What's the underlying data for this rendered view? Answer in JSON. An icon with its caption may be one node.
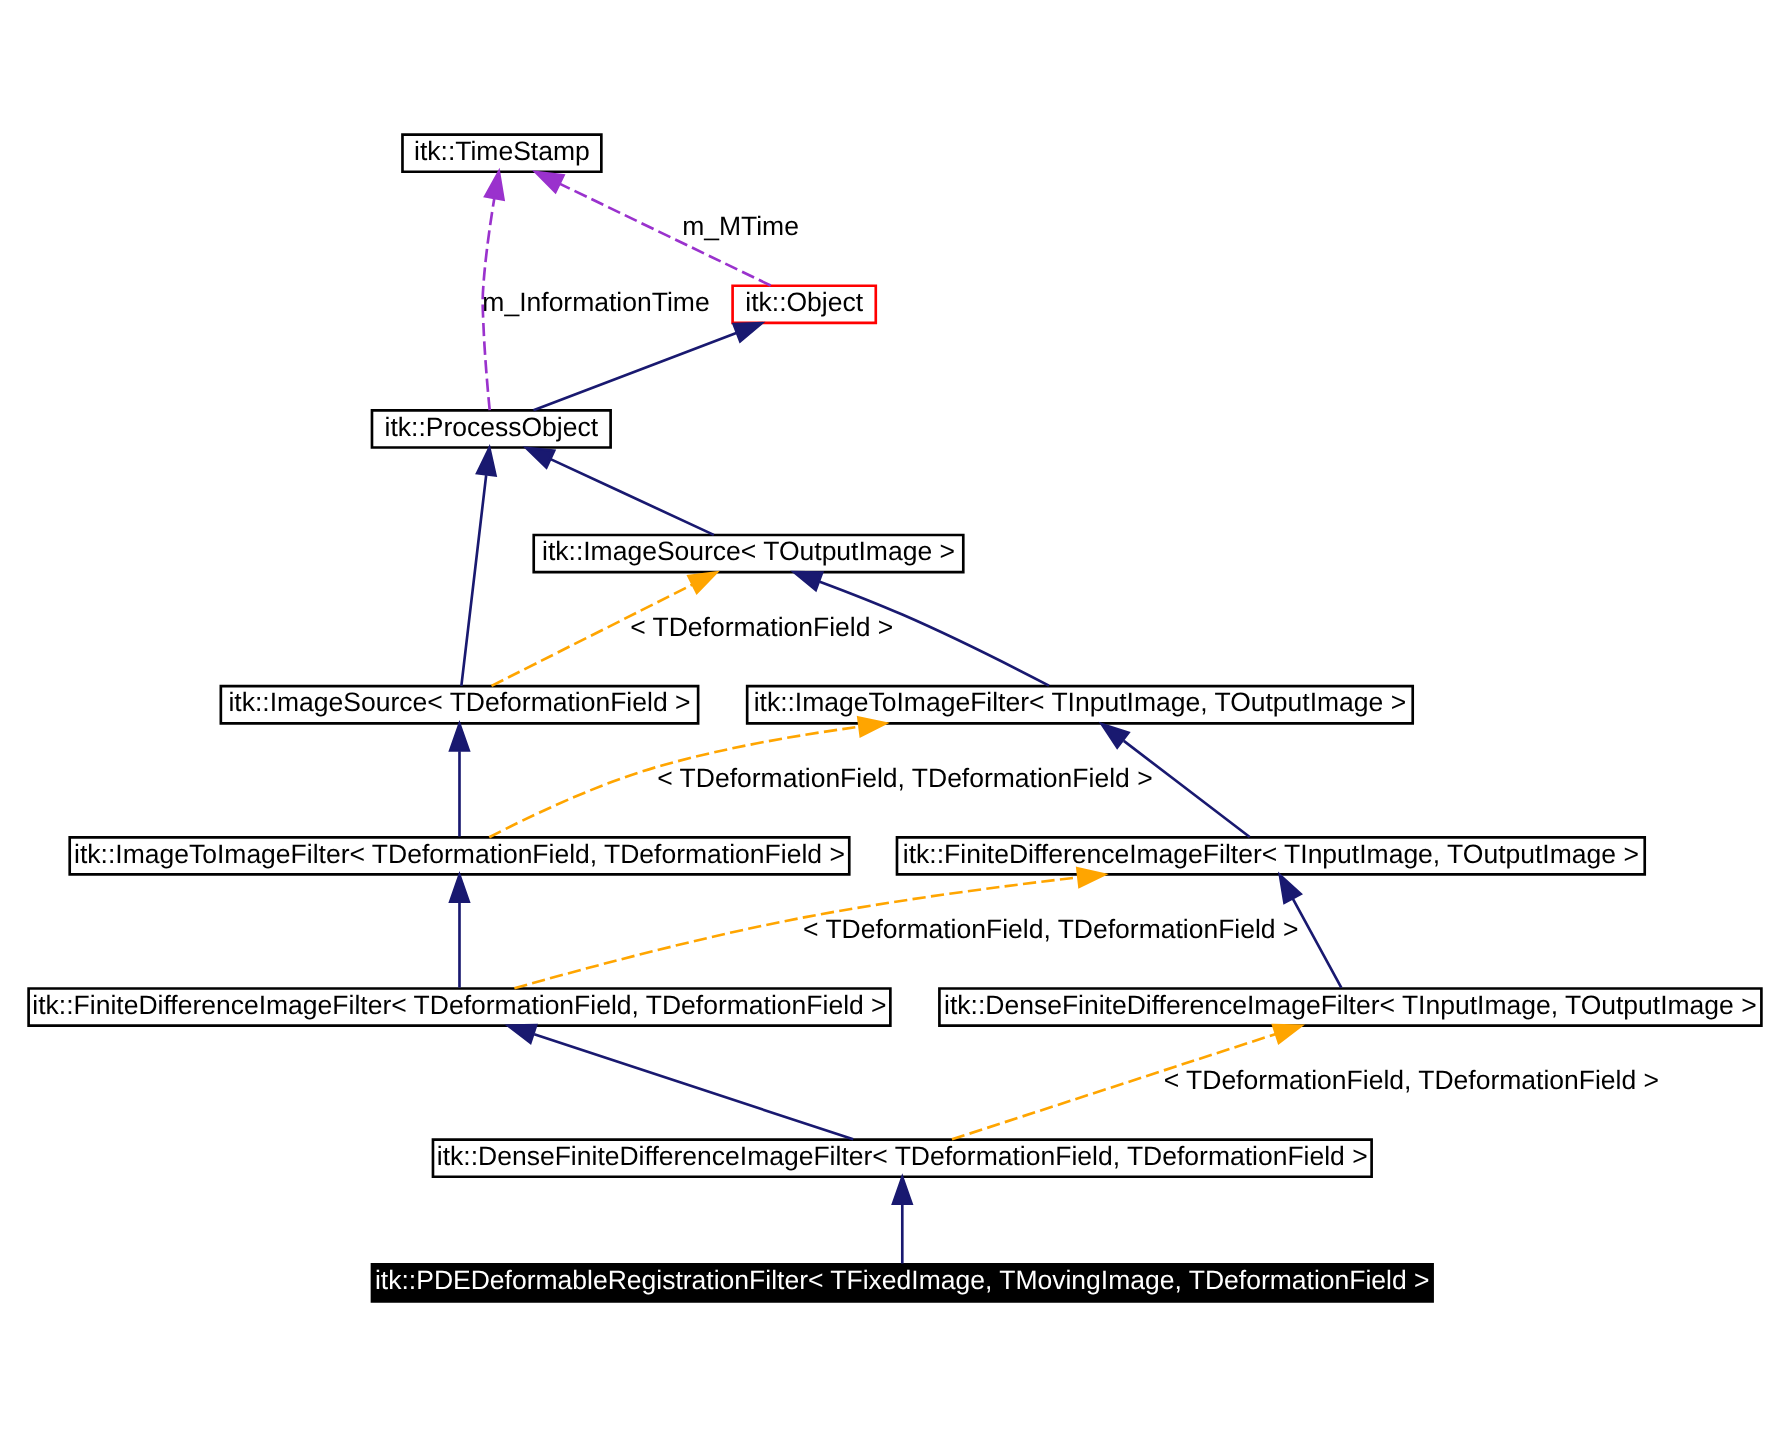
{
  "diagram": {
    "nodes": [
      {
        "text": [
          "itk::TimeStamp"
        ]
      },
      {
        "text": [
          "itk::Object"
        ]
      },
      {
        "text": [
          "itk::ProcessObject"
        ]
      },
      {
        "text": [
          "itk::ImageSource< TOutputImage >"
        ]
      },
      {
        "text": [
          "itk::ImageSource< TDeformationField >"
        ]
      },
      {
        "text": [
          "itk::ImageToImageFilter< TInputImage, TOutputImage >"
        ]
      },
      {
        "text": [
          "itk::ImageToImageFilter< TDeformationField, TDeformationField >"
        ]
      },
      {
        "text": [
          "itk::FiniteDifferenceImageFilter< TInputImage, TOutputImage >"
        ]
      },
      {
        "text": [
          "itk::FiniteDifferenceImageFilter< TDeformationField, TDeformationField >"
        ]
      },
      {
        "text": [
          "itk::DenseFiniteDifferenceImageFilter< TInputImage, TOutputImage >"
        ]
      },
      {
        "text": [
          "itk::DenseFiniteDifferenceImageFilter< TDeformationField, TDeformationField >"
        ]
      },
      {
        "text": [
          "itk::PDEDeformableRegistrationFilter< TFixedImage, TMovingImage, TDeformationField >"
        ]
      }
    ],
    "edges": [
      {
        "from": 1,
        "to": 0,
        "arrow": "to",
        "label": "m_MTime",
        "style": "dashed",
        "color": "#9a32cd"
      },
      {
        "from": 2,
        "to": 0,
        "arrow": "to",
        "label": "m_InformationTime",
        "style": "dashed",
        "color": "#9a32cd"
      },
      {
        "from": 2,
        "to": 1,
        "arrow": "to"
      },
      {
        "from": 3,
        "to": 2,
        "arrow": "to"
      },
      {
        "from": 4,
        "to": 2,
        "arrow": "to"
      },
      {
        "from": 4,
        "to": 3,
        "arrow": "to",
        "label": "< TDeformationField >",
        "style": "dashed",
        "color": "#ffa500"
      },
      {
        "from": 5,
        "to": 3,
        "arrow": "to"
      },
      {
        "from": 6,
        "to": 4,
        "arrow": "to"
      },
      {
        "from": 6,
        "to": 5,
        "arrow": "to",
        "label": "< TDeformationField, TDeformationField >",
        "style": "dashed",
        "color": "#ffa500"
      },
      {
        "from": 7,
        "to": 5,
        "arrow": "to"
      },
      {
        "from": 8,
        "to": 6,
        "arrow": "to"
      },
      {
        "from": 8,
        "to": 7,
        "arrow": "to",
        "label": "< TDeformationField, TDeformationField >",
        "style": "dashed",
        "color": "#ffa500"
      },
      {
        "from": 9,
        "to": 7,
        "arrow": "to"
      },
      {
        "from": 10,
        "to": 8,
        "arrow": "to"
      },
      {
        "from": 10,
        "to": 9,
        "arrow": "to",
        "label": "< TDeformationField, TDeformationField >",
        "style": "dashed",
        "color": "#ffa500"
      },
      {
        "from": 11,
        "to": 10,
        "arrow": "to"
      }
    ]
  }
}
